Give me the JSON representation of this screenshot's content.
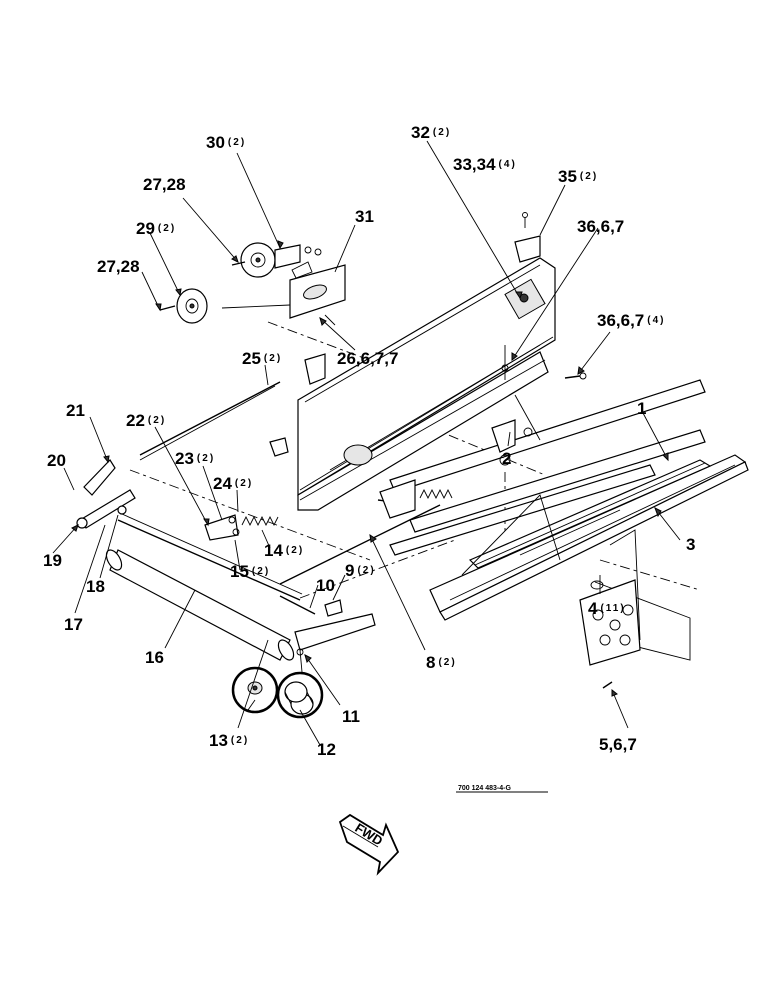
{
  "diagram": {
    "callouts": [
      {
        "id": "c30",
        "label": "30",
        "qty": "(2)"
      },
      {
        "id": "c32",
        "label": "32",
        "qty": "(2)"
      },
      {
        "id": "c3334",
        "label": "33,34",
        "qty": "(4)"
      },
      {
        "id": "c35",
        "label": "35",
        "qty": "(2)"
      },
      {
        "id": "c2728a",
        "label": "27,28",
        "qty": ""
      },
      {
        "id": "c31",
        "label": "31",
        "qty": ""
      },
      {
        "id": "c3667a",
        "label": "36,6,7",
        "qty": ""
      },
      {
        "id": "c29",
        "label": "29",
        "qty": "(2)"
      },
      {
        "id": "c2728b",
        "label": "27,28",
        "qty": ""
      },
      {
        "id": "c3667b",
        "label": "36,6,7",
        "qty": "(4)"
      },
      {
        "id": "c25",
        "label": "25",
        "qty": "(2)"
      },
      {
        "id": "c26677",
        "label": "26,6,7,7",
        "qty": ""
      },
      {
        "id": "c21",
        "label": "21",
        "qty": ""
      },
      {
        "id": "c22",
        "label": "22",
        "qty": "(2)"
      },
      {
        "id": "c1",
        "label": "1",
        "qty": ""
      },
      {
        "id": "c23",
        "label": "23",
        "qty": "(2)"
      },
      {
        "id": "c2",
        "label": "2",
        "qty": ""
      },
      {
        "id": "c20",
        "label": "20",
        "qty": ""
      },
      {
        "id": "c24",
        "label": "24",
        "qty": "(2)"
      },
      {
        "id": "c3",
        "label": "3",
        "qty": ""
      },
      {
        "id": "c19",
        "label": "19",
        "qty": ""
      },
      {
        "id": "c14",
        "label": "14",
        "qty": "(2)"
      },
      {
        "id": "c18",
        "label": "18",
        "qty": ""
      },
      {
        "id": "c15",
        "label": "15",
        "qty": "(2)"
      },
      {
        "id": "c9",
        "label": "9",
        "qty": "(2)"
      },
      {
        "id": "c10",
        "label": "10",
        "qty": ""
      },
      {
        "id": "c17",
        "label": "17",
        "qty": ""
      },
      {
        "id": "c4",
        "label": "4",
        "qty": "(11)"
      },
      {
        "id": "c16",
        "label": "16",
        "qty": ""
      },
      {
        "id": "c8",
        "label": "8",
        "qty": "(2)"
      },
      {
        "id": "c11",
        "label": "11",
        "qty": ""
      },
      {
        "id": "c13",
        "label": "13",
        "qty": "(2)"
      },
      {
        "id": "c12",
        "label": "12",
        "qty": ""
      },
      {
        "id": "c567",
        "label": "5,6,7",
        "qty": ""
      }
    ],
    "part_number": "700 124 483-4-G",
    "direction_label": "FWD"
  }
}
